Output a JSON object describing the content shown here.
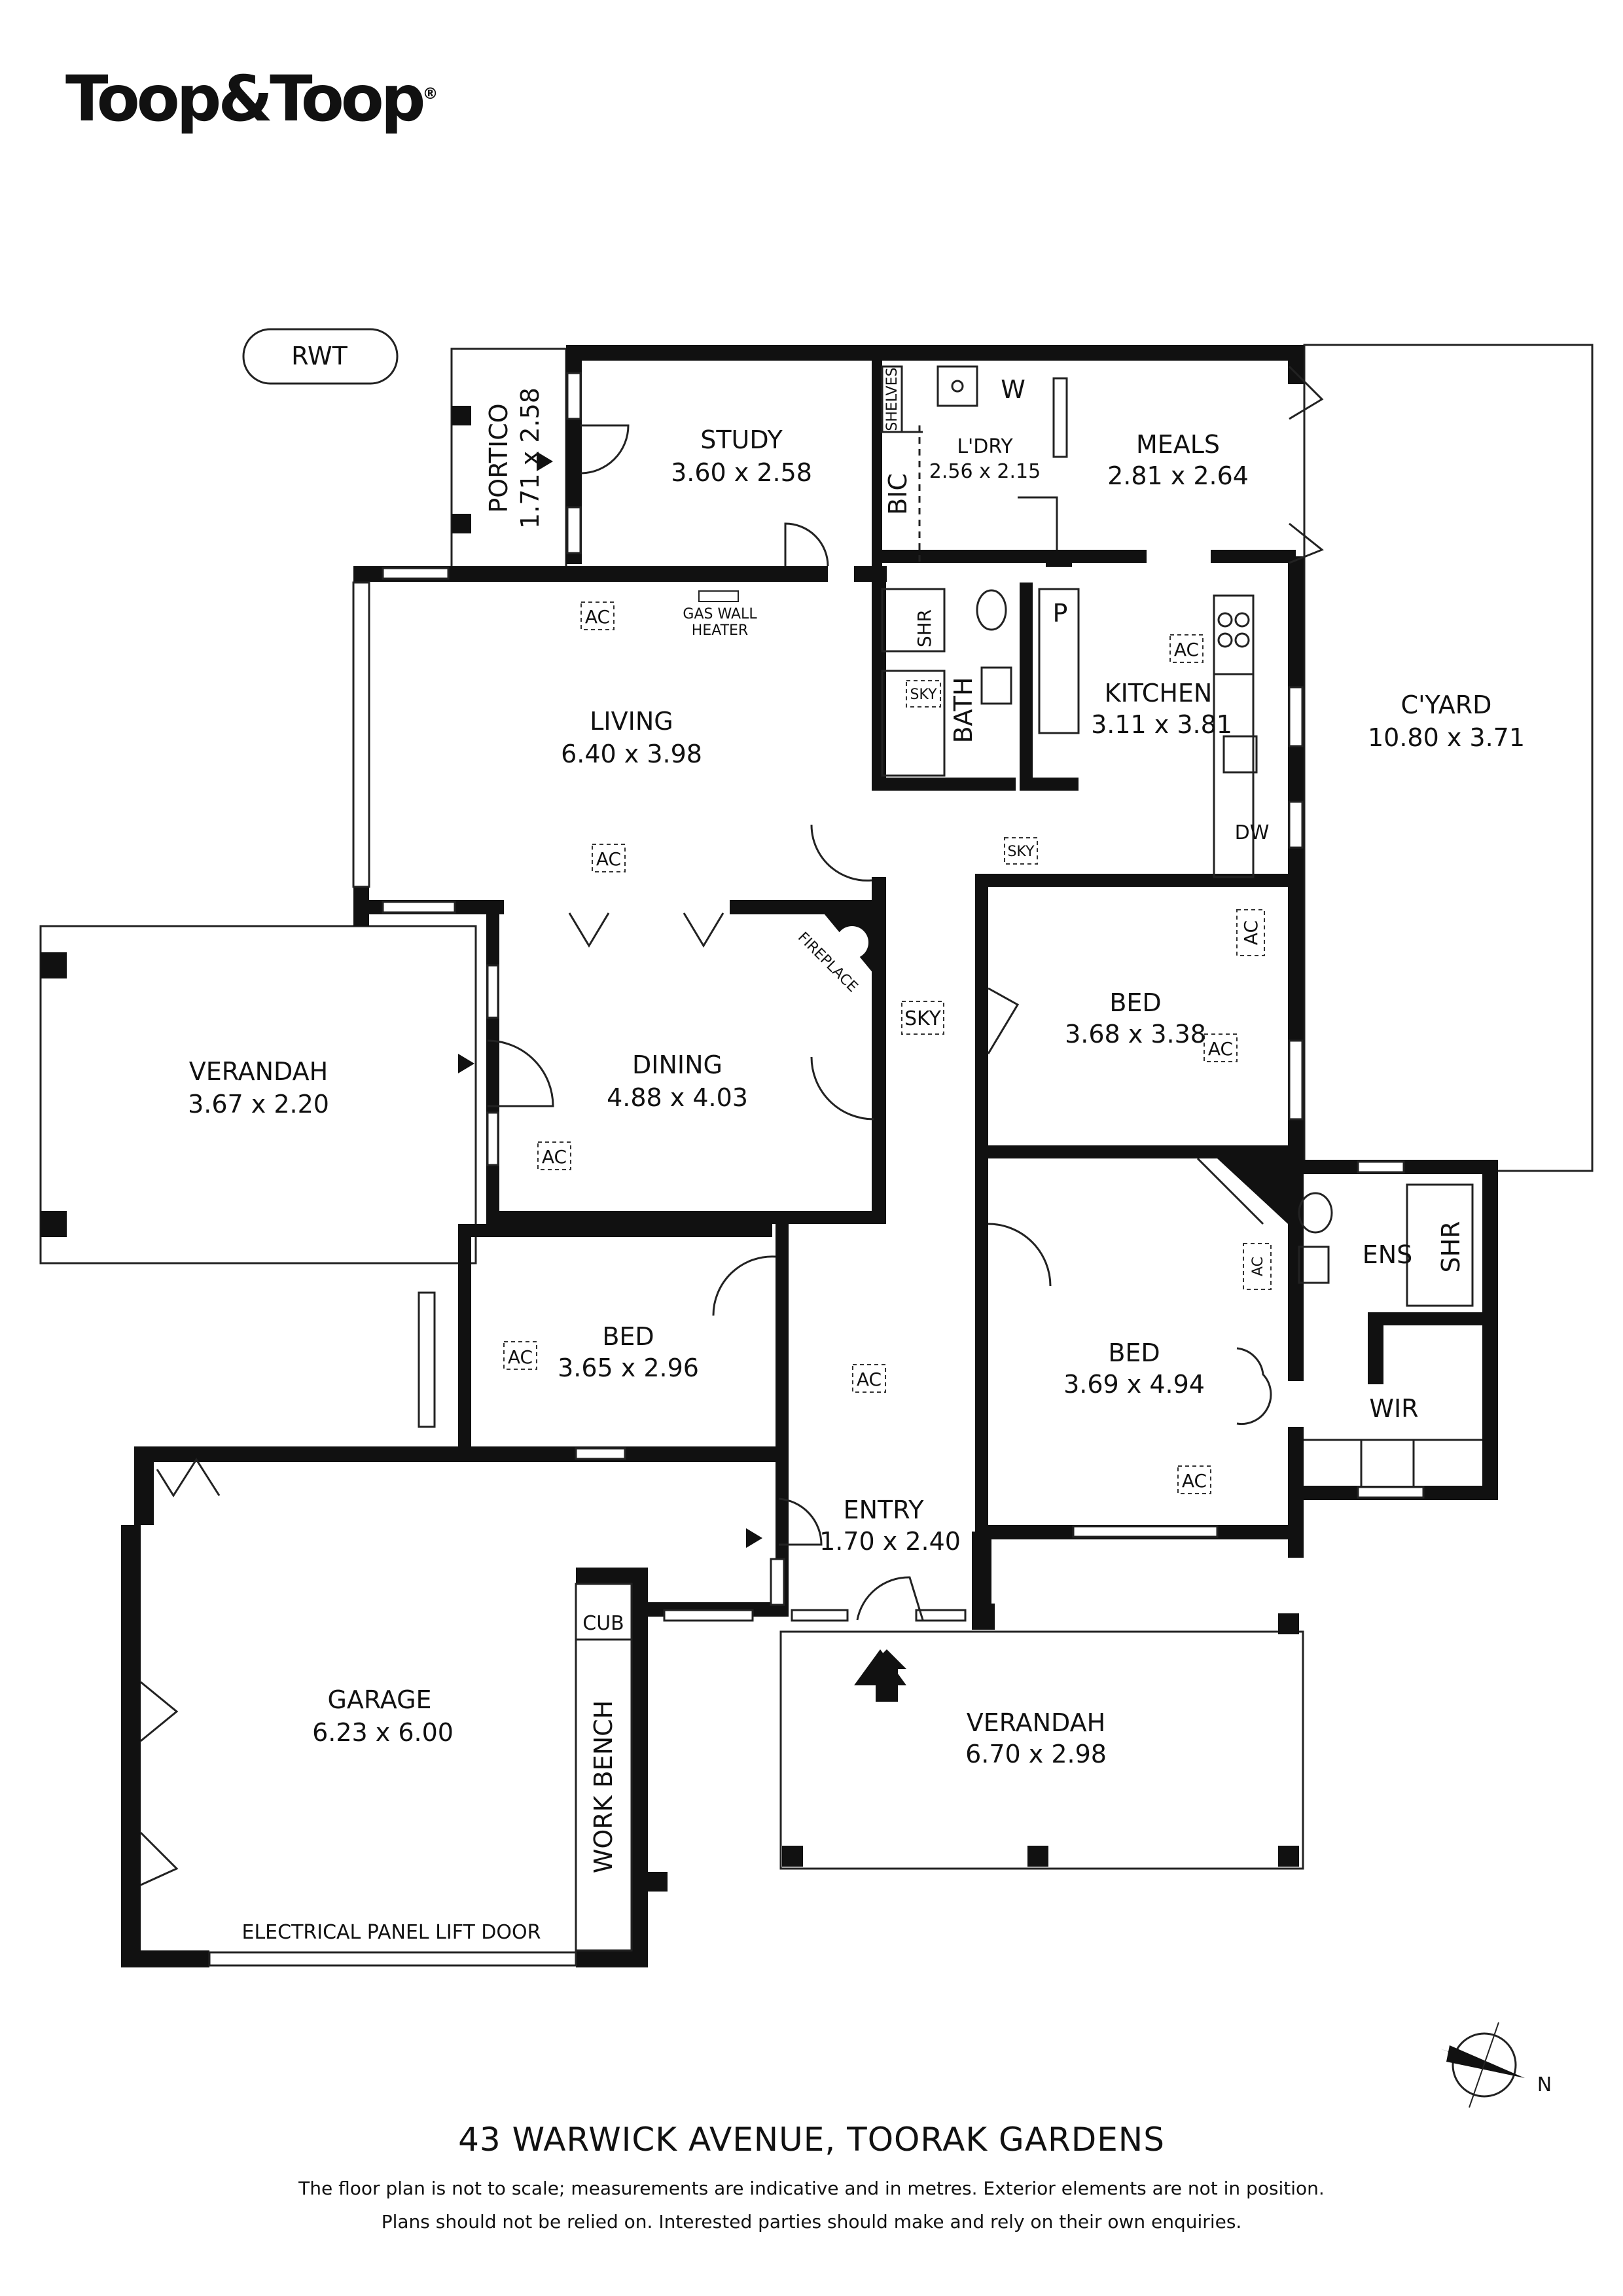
{
  "brand": {
    "name": "Toop&Toop",
    "reg": "®"
  },
  "address": "43 WARWICK AVENUE, TOORAK GARDENS",
  "disclaimer": {
    "line1": "The floor plan is not to scale; measurements are indicative and in metres. Exterior elements are not in position.",
    "line2": "Plans should not be relied on. Interested parties should make and rely on their own enquiries."
  },
  "rooms": {
    "rwt": "RWT",
    "portico": {
      "name": "PORTICO",
      "dims": "1.71 x 2.58"
    },
    "study": {
      "name": "STUDY",
      "dims": "3.60 x 2.58"
    },
    "ldry": {
      "name": "L'DRY",
      "dims": "2.56 x 2.15"
    },
    "meals": {
      "name": "MEALS",
      "dims": "2.81 x 2.64"
    },
    "living": {
      "name": "LIVING",
      "dims": "6.40 x 3.98"
    },
    "kitchen": {
      "name": "KITCHEN",
      "dims": "3.11 x 3.81"
    },
    "cyard": {
      "name": "C'YARD",
      "dims": "10.80 x 3.71"
    },
    "bath": {
      "name": "BATH"
    },
    "verandah_west": {
      "name": "VERANDAH",
      "dims": "3.67 x 2.20"
    },
    "dining": {
      "name": "DINING",
      "dims": "4.88 x 4.03"
    },
    "bed1": {
      "name": "BED",
      "dims": "3.68 x 3.38"
    },
    "bed2": {
      "name": "BED",
      "dims": "3.65 x 2.96"
    },
    "bed3": {
      "name": "BED",
      "dims": "3.69 x 4.94"
    },
    "ens": {
      "name": "ENS"
    },
    "wir": {
      "name": "WIR"
    },
    "entry": {
      "name": "ENTRY",
      "dims": "1.70 x 2.40"
    },
    "garage": {
      "name": "GARAGE",
      "dims": "6.23 x 6.00"
    },
    "verandah_south": {
      "name": "VERANDAH",
      "dims": "6.70 x 2.98"
    }
  },
  "labels": {
    "ac": "AC",
    "bic": "BIC",
    "shelves": "SHELVES",
    "w": "W",
    "p": "P",
    "shr": "SHR",
    "sky": "SKY",
    "dw": "DW",
    "fireplace": "FIREPLACE",
    "gas_heater_1": "GAS WALL",
    "gas_heater_2": "HEATER",
    "cub": "CUB",
    "work_bench": "WORK BENCH",
    "electrical": "ELECTRICAL PANEL LIFT DOOR",
    "north": "N"
  }
}
